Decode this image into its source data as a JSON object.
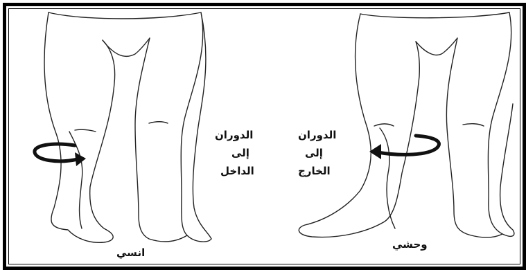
{
  "left_figure": {
    "caption": "انسي",
    "label_lines": [
      "الدوران",
      "إلى",
      "الداخل"
    ]
  },
  "right_figure": {
    "caption": "وحشي",
    "label_lines": [
      "الدوران",
      "إلى",
      "الخارج"
    ]
  },
  "colors": {
    "ink": "#111111",
    "frame": "#000000",
    "background": "#ffffff"
  }
}
